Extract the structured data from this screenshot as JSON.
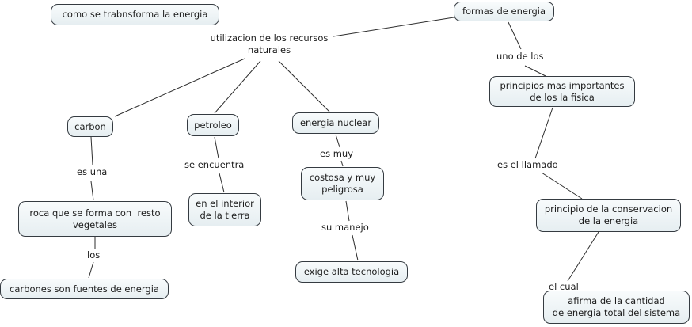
{
  "colors": {
    "background": "#ffffff",
    "node_fill_top": "#f8fbfc",
    "node_fill_bottom": "#e6eef1",
    "node_border": "#353b41",
    "connector_line": "#2e2e2e",
    "text": "#1c1c1c"
  },
  "nodes": {
    "como": {
      "label": "como se trabnsforma la energia"
    },
    "formas": {
      "label": "formas de energia"
    },
    "principios": {
      "label": "principios mas importantes\nde los la fisica"
    },
    "carbon": {
      "label": "carbon"
    },
    "petroleo": {
      "label": "petroleo"
    },
    "energia_nuclear": {
      "label": "energia nuclear"
    },
    "costosa": {
      "label": "costosa y muy\npeligrosa"
    },
    "roca": {
      "label": "roca que se forma con  resto\nvegetales"
    },
    "interior": {
      "label": "en el interior\nde la tierra"
    },
    "principio_conservacion": {
      "label": "principio de la conservacion\nde la energia"
    },
    "exige": {
      "label": "exige alta tecnologia"
    },
    "carbones": {
      "label": "carbones son fuentes de energia"
    },
    "afirma": {
      "label": "afirma de la cantidad\nde energia total del sistema"
    }
  },
  "link_labels": {
    "utilizacion": "utilizacion de los recursos\nnaturales",
    "uno_de_los": "uno de los",
    "es_una": "es una",
    "se_encuentra": "se encuentra",
    "es_muy": "es muy",
    "es_el_llamado": "es el llamado",
    "su_manejo": "su manejo",
    "los": "los",
    "el_cual": "el cual"
  }
}
